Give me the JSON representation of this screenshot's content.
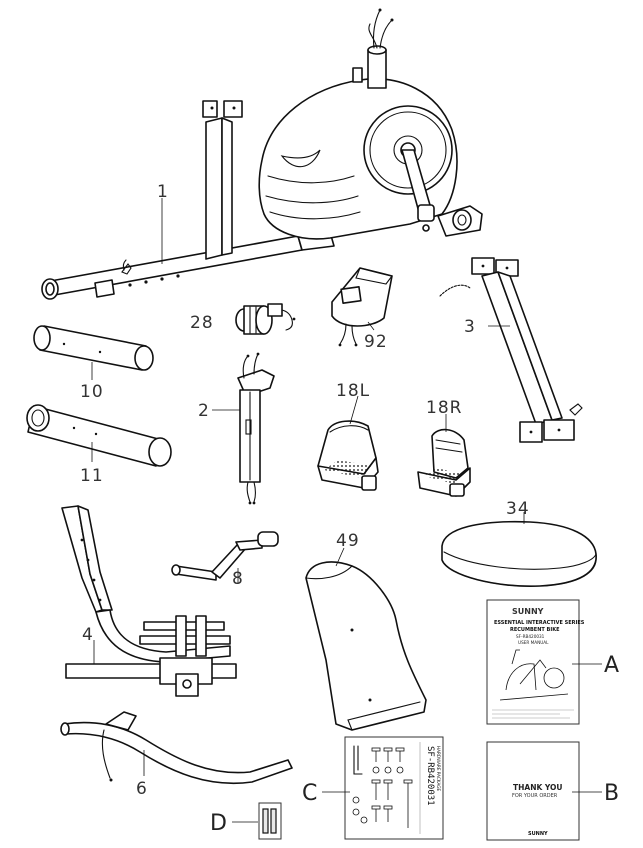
{
  "labels": {
    "p1": "1",
    "p2": "2",
    "p3": "3",
    "p4": "4",
    "p6": "6",
    "p8": "8",
    "p10": "10",
    "p11": "11",
    "p18l": "18L",
    "p18r": "18R",
    "p28": "28",
    "p34": "34",
    "p49": "49",
    "p92": "92",
    "pA": "A",
    "pB": "B",
    "pC": "C",
    "pD": "D"
  },
  "manual": {
    "brand": "SUNNY",
    "title_line1": "ESSENTIAL INTERACTIVE SERIES",
    "title_line2": "RECUMBENT BIKE",
    "model": "SF-RB420031",
    "subtitle": "USER MANUAL"
  },
  "card": {
    "line1": "THANK YOU",
    "line2": "FOR YOUR ORDER",
    "brand": "SUNNY"
  },
  "hardware_pack": {
    "model": "SF-RB420031",
    "caption": "HARDWARE PACKAGE"
  }
}
